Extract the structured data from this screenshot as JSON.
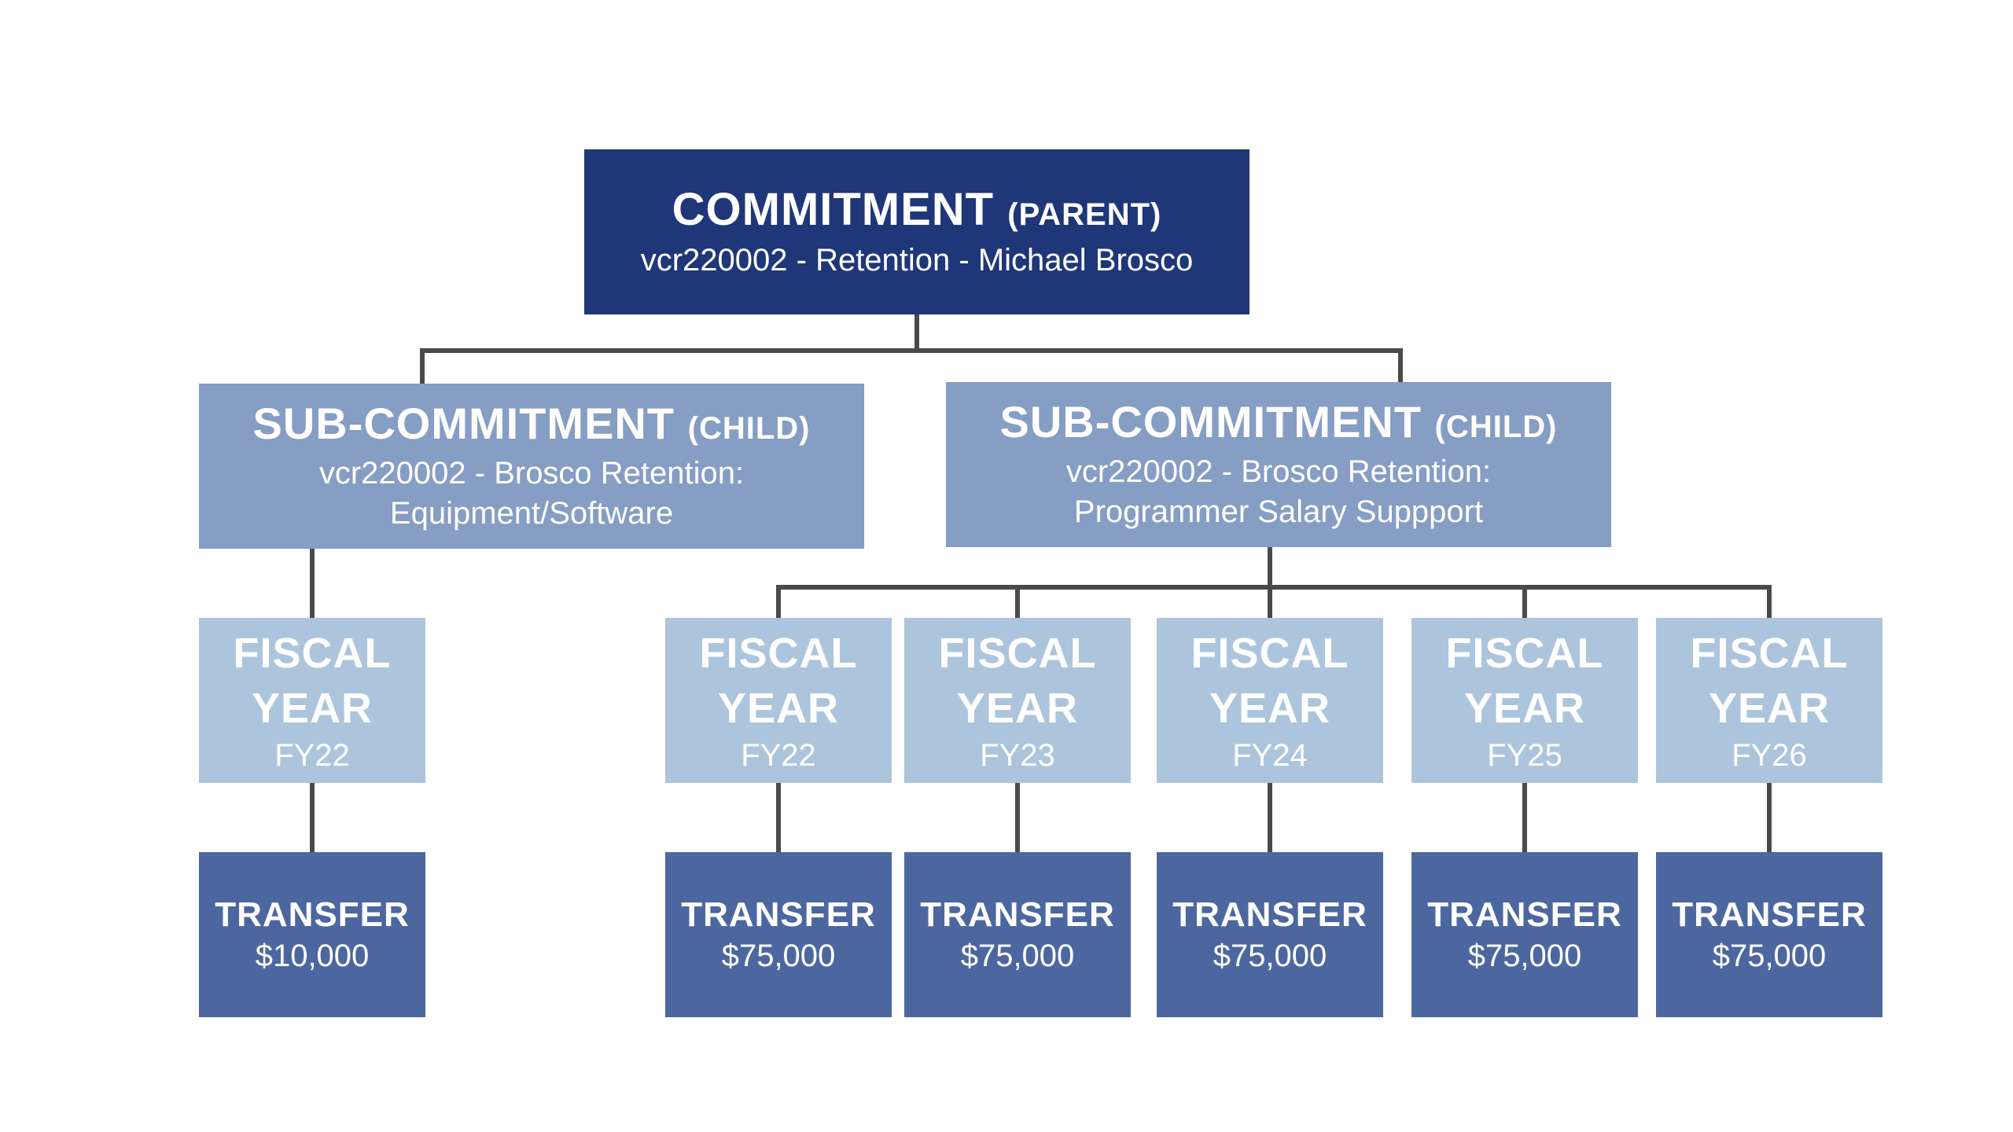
{
  "parent": {
    "title": "COMMITMENT",
    "tag": "(PARENT)",
    "subtitle": "vcr220002 - Retention - Michael Brosco"
  },
  "children": [
    {
      "title": "SUB-COMMITMENT",
      "tag": "(CHILD)",
      "subtitle": "vcr220002 - Brosco Retention: Equipment/Software"
    },
    {
      "title": "SUB-COMMITMENT",
      "tag": "(CHILD)",
      "subtitle": "vcr220002 - Brosco Retention: Programmer Salary Suppport"
    }
  ],
  "fiscal_label": "FISCAL YEAR",
  "transfer_label": "TRANSFER",
  "fiscal_years": [
    {
      "fy": "FY22",
      "amount": "$10,000"
    },
    {
      "fy": "FY22",
      "amount": "$75,000"
    },
    {
      "fy": "FY23",
      "amount": "$75,000"
    },
    {
      "fy": "FY24",
      "amount": "$75,000"
    },
    {
      "fy": "FY25",
      "amount": "$75,000"
    },
    {
      "fy": "FY26",
      "amount": "$75,000"
    }
  ],
  "colors": {
    "parent": "#1f3778",
    "child": "#869dc4",
    "fiscal_year": "#adc5dc",
    "transfer": "#4c67a0",
    "connector": "#4a4a4a"
  }
}
